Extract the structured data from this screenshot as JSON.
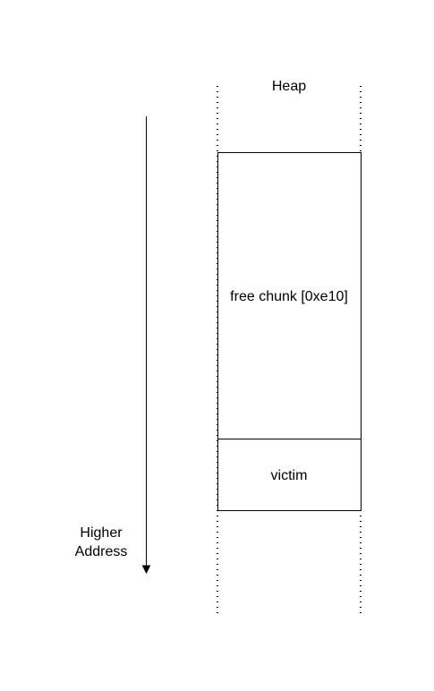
{
  "diagram": {
    "heap_title": "Heap",
    "chunks": [
      {
        "label": "free chunk [0xe10]"
      },
      {
        "label": "victim"
      }
    ],
    "direction_label_line1": "Higher",
    "direction_label_line2": "Address"
  },
  "colors": {
    "stroke": "#000000",
    "background": "#ffffff"
  }
}
